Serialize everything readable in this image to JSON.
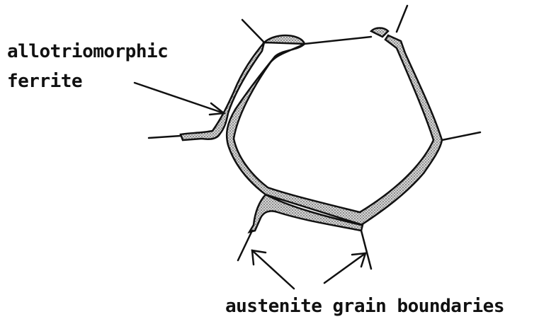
{
  "labels": {
    "ferrite_line1": "allotriomorphic",
    "ferrite_line2": "ferrite",
    "boundaries": "austenite grain boundaries"
  },
  "colors": {
    "ink": "#111111",
    "ferrite_fill": "#b8b8b8",
    "background": "#ffffff"
  }
}
